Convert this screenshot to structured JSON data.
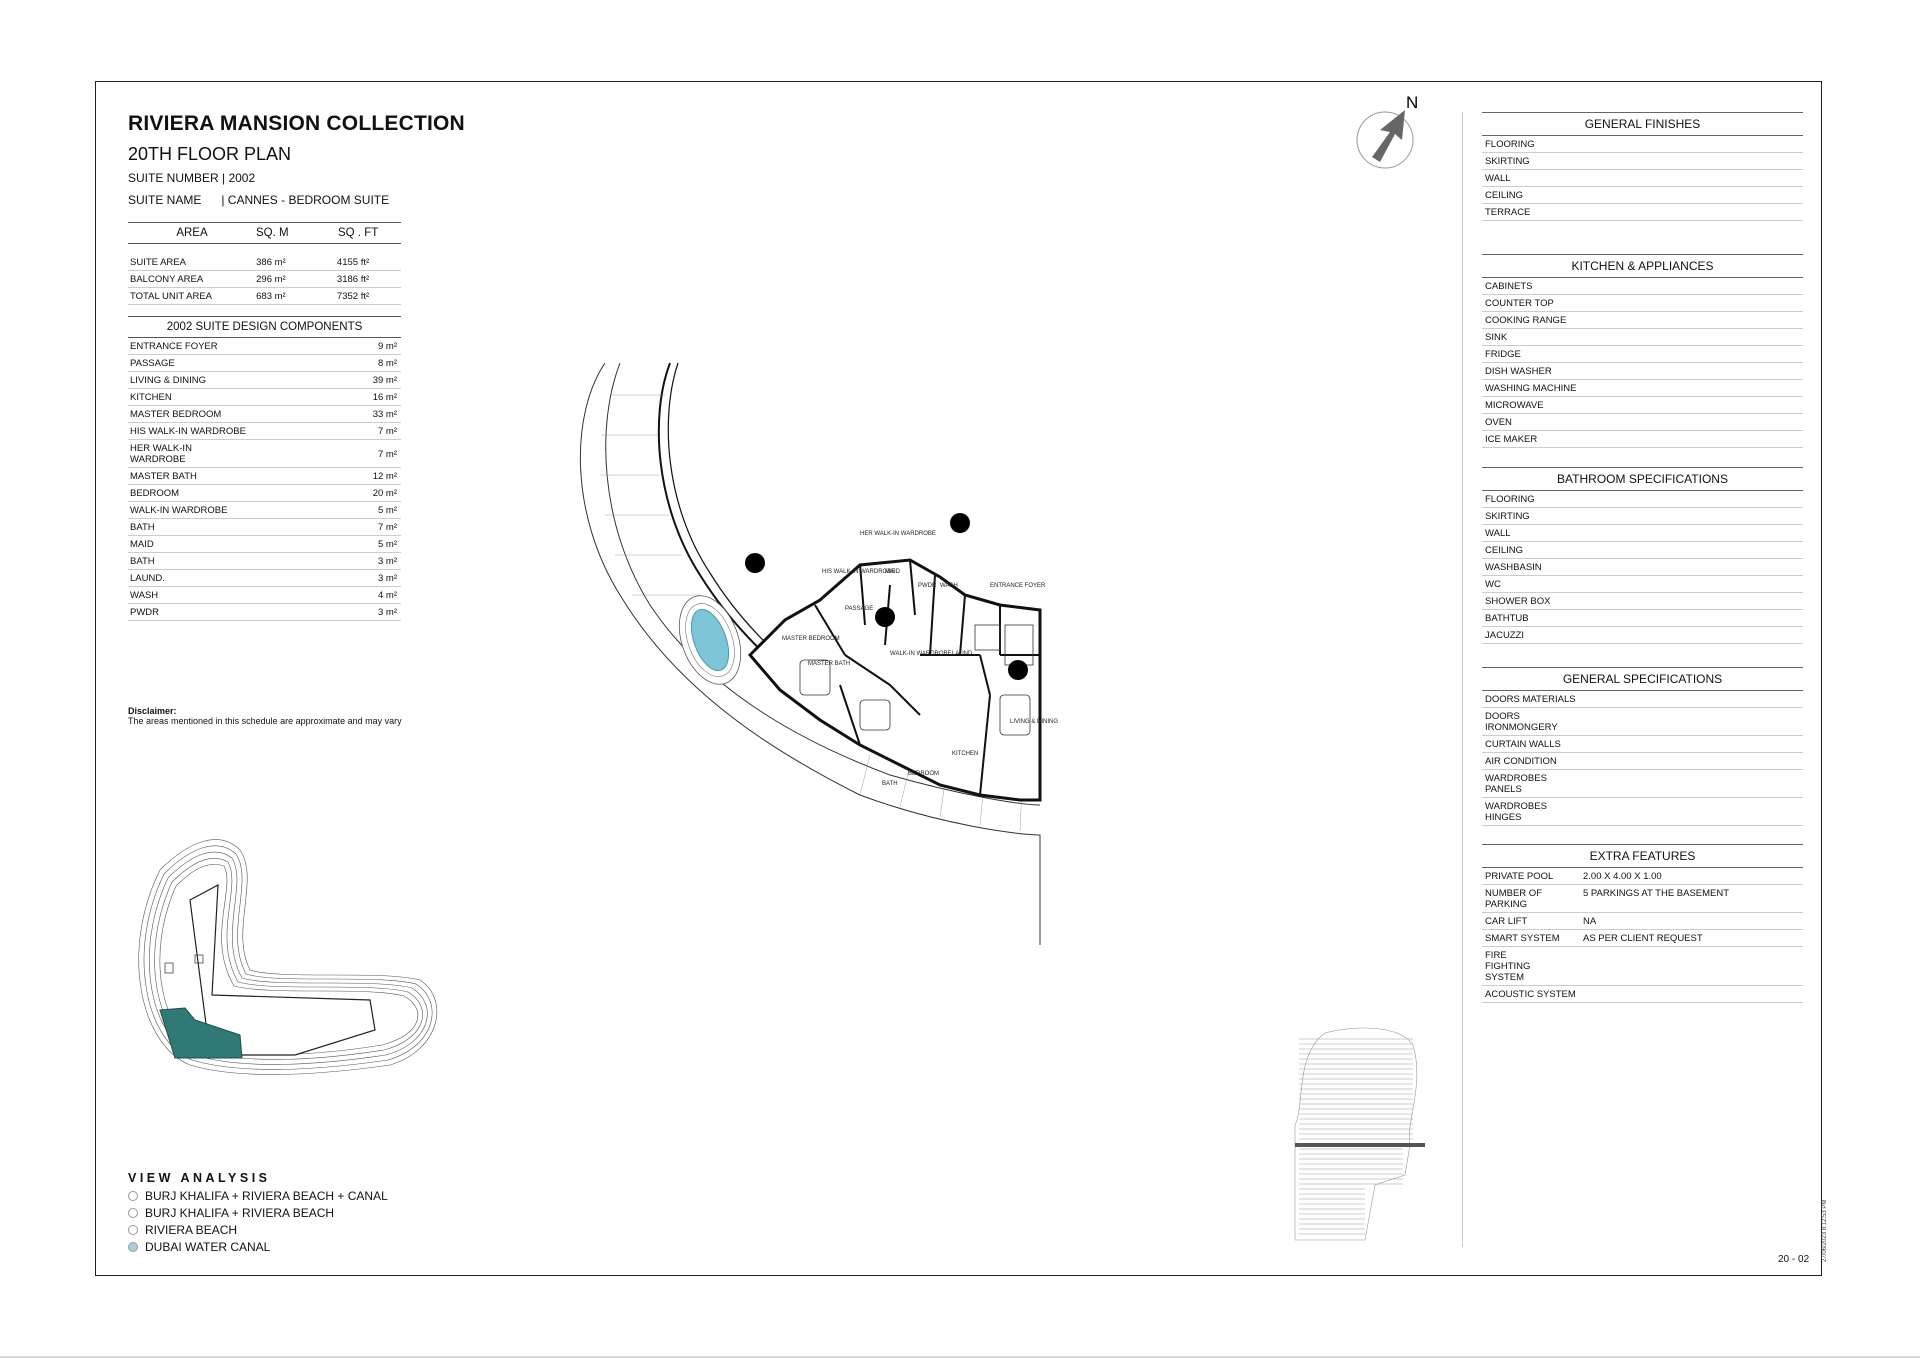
{
  "header": {
    "title": "RIVIERA MANSION COLLECTION",
    "subtitle": "20TH FLOOR PLAN",
    "suite_number": "SUITE NUMBER | 2002",
    "suite_name_label": "SUITE NAME",
    "suite_name_value": "| CANNES - BEDROOM SUITE"
  },
  "area_table": {
    "headers": [
      "AREA",
      "SQ. M",
      "SQ . FT"
    ],
    "rows": [
      [
        "SUITE AREA",
        "386 m²",
        "4155 ft²"
      ],
      [
        "BALCONY AREA",
        "296 m²",
        "3186 ft²"
      ],
      [
        "TOTAL UNIT AREA",
        "683 m²",
        "7352 ft²"
      ]
    ]
  },
  "components": {
    "title": "2002 SUITE DESIGN COMPONENTS",
    "rows": [
      [
        "ENTRANCE FOYER",
        "9 m²"
      ],
      [
        "PASSAGE",
        "8 m²"
      ],
      [
        "LIVING & DINING",
        "39 m²"
      ],
      [
        "KITCHEN",
        "16 m²"
      ],
      [
        "MASTER BEDROOM",
        "33 m²"
      ],
      [
        "HIS WALK-IN WARDROBE",
        "7 m²"
      ],
      [
        "HER WALK-IN WARDROBE",
        "7 m²"
      ],
      [
        "MASTER BATH",
        "12 m²"
      ],
      [
        "BEDROOM",
        "20 m²"
      ],
      [
        "WALK-IN WARDROBE",
        "5 m²"
      ],
      [
        "BATH",
        "7 m²"
      ],
      [
        "MAID",
        "5 m²"
      ],
      [
        "BATH",
        "3 m²"
      ],
      [
        "LAUND.",
        "3 m²"
      ],
      [
        "WASH",
        "4 m²"
      ],
      [
        "PWDR",
        "3 m²"
      ]
    ]
  },
  "disclaimer": {
    "title": "Disclaimer:",
    "text": "The areas mentioned in this schedule are approximate and may vary"
  },
  "view_analysis": {
    "title": "VIEW ANALYSIS",
    "items": [
      {
        "label": "BURJ KHALIFA + RIVIERA BEACH + CANAL",
        "color": "#ffffff"
      },
      {
        "label": "BURJ KHALIFA + RIVIERA BEACH",
        "color": "#ffffff"
      },
      {
        "label": "RIVIERA BEACH",
        "color": "#ffffff"
      },
      {
        "label": "DUBAI WATER CANAL",
        "color": "#a9cfe0"
      }
    ]
  },
  "compass": {
    "label": "N"
  },
  "plan_rooms": [
    "HER WALK-IN WARDROBE",
    "HIS WALK-IN WARDROBE",
    "MAID",
    "PWDR",
    "WASH",
    "ENTRANCE FOYER",
    "MASTER BEDROOM",
    "PASSAGE",
    "LIVING & DINING",
    "LAUND.",
    "MASTER BATH",
    "WALK-IN WARDROBE",
    "KITCHEN",
    "BEDROOM",
    "BATH"
  ],
  "specs": [
    {
      "title": "GENERAL FINISHES",
      "items": [
        [
          "FLOORING",
          ""
        ],
        [
          "SKIRTING",
          ""
        ],
        [
          "WALL",
          ""
        ],
        [
          "CEILING",
          ""
        ],
        [
          "TERRACE",
          ""
        ]
      ]
    },
    {
      "title": "KITCHEN & APPLIANCES",
      "items": [
        [
          "CABINETS",
          ""
        ],
        [
          "COUNTER TOP",
          ""
        ],
        [
          "COOKING RANGE",
          ""
        ],
        [
          "SINK",
          ""
        ],
        [
          "FRIDGE",
          ""
        ],
        [
          "DISH WASHER",
          ""
        ],
        [
          "WASHING MACHINE",
          ""
        ],
        [
          "MICROWAVE",
          ""
        ],
        [
          "OVEN",
          ""
        ],
        [
          "ICE MAKER",
          ""
        ]
      ]
    },
    {
      "title": "BATHROOM SPECIFICATIONS",
      "items": [
        [
          "FLOORING",
          ""
        ],
        [
          "SKIRTING",
          ""
        ],
        [
          "WALL",
          ""
        ],
        [
          "CEILING",
          ""
        ],
        [
          "WASHBASIN",
          ""
        ],
        [
          "WC",
          ""
        ],
        [
          "SHOWER BOX",
          ""
        ],
        [
          "BATHTUB",
          ""
        ],
        [
          "JACUZZI",
          ""
        ]
      ]
    },
    {
      "title": "GENERAL SPECIFICATIONS",
      "items": [
        [
          "DOORS MATERIALS",
          ""
        ],
        [
          "DOORS IRONMONGERY",
          ""
        ],
        [
          "CURTAIN WALLS",
          ""
        ],
        [
          "AIR CONDITION",
          ""
        ],
        [
          "WARDROBES PANELS",
          ""
        ],
        [
          "WARDROBES HINGES",
          ""
        ]
      ]
    },
    {
      "title": "EXTRA FEATURES",
      "items": [
        [
          "PRIVATE POOL",
          "2.00 X 4.00 X 1.00"
        ],
        [
          "NUMBER OF PARKING",
          "5 PARKINGS AT THE BASEMENT"
        ],
        [
          "CAR LIFT",
          "NA"
        ],
        [
          "SMART SYSTEM",
          "AS PER CLIENT REQUEST"
        ],
        [
          "FIRE FIGHTING SYSTEM",
          ""
        ],
        [
          "ACOUSTIC SYSTEM",
          ""
        ]
      ]
    }
  ],
  "footer": {
    "page_number": "20 - 02",
    "stamp": "27/06/2023 8:12:53 PM"
  },
  "colors": {
    "pool": "#7cc4d6",
    "highlight_teal": "#2f7a74",
    "canal_dot": "#a9cfe0"
  }
}
